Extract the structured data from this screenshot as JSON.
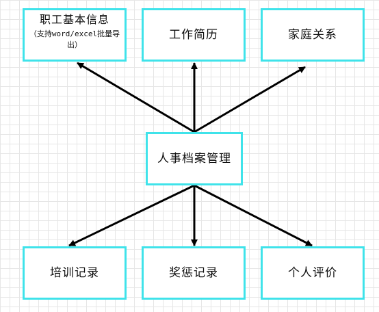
{
  "theme": {
    "node_border_color": "#3fe3ea",
    "arrow_color": "#000000"
  },
  "diagram": {
    "center": {
      "label": "人事档案管理"
    },
    "top_nodes": [
      {
        "label": "职工基本信息",
        "note": "（支持word/excel批量导出）"
      },
      {
        "label": "工作简历"
      },
      {
        "label": "家庭关系"
      }
    ],
    "bottom_nodes": [
      {
        "label": "培训记录"
      },
      {
        "label": "奖惩记录"
      },
      {
        "label": "个人评价"
      }
    ],
    "edges": [
      {
        "from": "人事档案管理",
        "to": "职工基本信息"
      },
      {
        "from": "人事档案管理",
        "to": "工作简历"
      },
      {
        "from": "人事档案管理",
        "to": "家庭关系"
      },
      {
        "from": "人事档案管理",
        "to": "培训记录"
      },
      {
        "from": "人事档案管理",
        "to": "奖惩记录"
      },
      {
        "from": "人事档案管理",
        "to": "个人评价"
      }
    ]
  }
}
